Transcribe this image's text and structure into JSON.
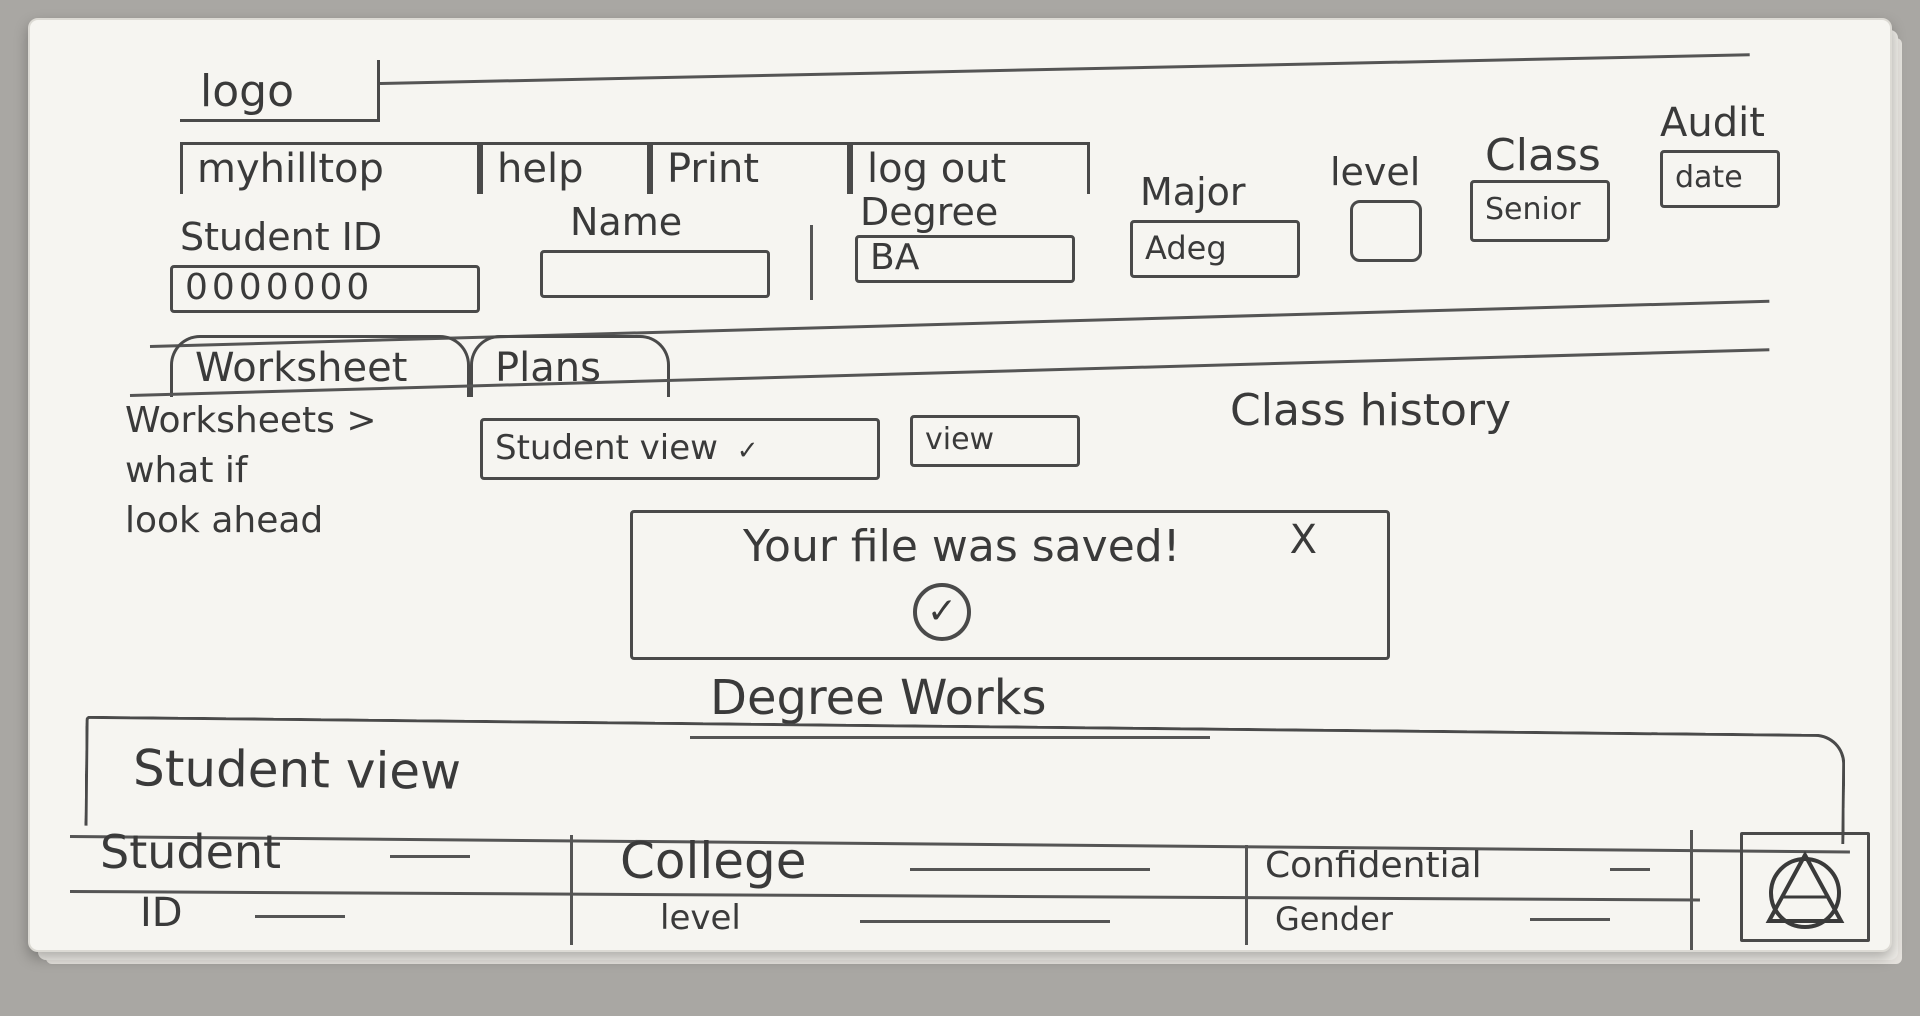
{
  "header": {
    "logo": "logo",
    "menu": [
      "myhilltop",
      "help",
      "Print",
      "log out"
    ]
  },
  "fields": {
    "student_id": {
      "label": "Student ID",
      "value": "0000000"
    },
    "name": {
      "label": "Name",
      "value": ""
    },
    "degree": {
      "label": "Degree",
      "value": "BA"
    },
    "major": {
      "label": "Major",
      "value": "Adeg"
    },
    "level": {
      "label": "level",
      "value": ""
    },
    "class": {
      "label": "Class",
      "value": "Senior"
    },
    "audit": {
      "label": "Audit",
      "value": "date"
    }
  },
  "tabs": [
    "Worksheet",
    "Plans"
  ],
  "sidebar": {
    "breadcrumb": "Worksheets >",
    "items": [
      "what if",
      "look ahead"
    ]
  },
  "toolbar": {
    "format_select": "Student view",
    "view_button": "view",
    "class_history": "Class history"
  },
  "toast": {
    "message": "Your file was saved!",
    "close": "X"
  },
  "brand": "Degree Works",
  "section": {
    "title": "Student view",
    "row1": [
      "Student",
      "College",
      "Confidential"
    ],
    "row2": [
      "ID",
      "level",
      "Gender"
    ]
  },
  "colors": {
    "ink": "#3a3a3a",
    "paper": "#f6f5f1",
    "background": "#a9a7a3"
  }
}
